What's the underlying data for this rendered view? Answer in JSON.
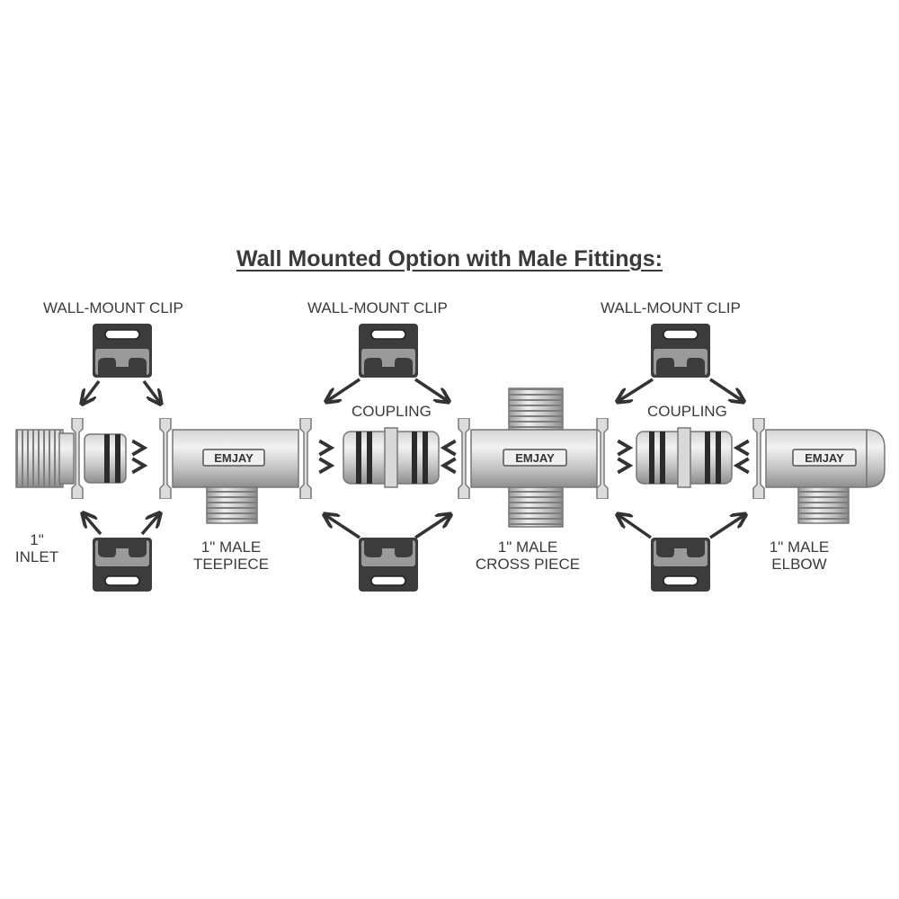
{
  "title": "Wall Mounted Option with Male Fittings:",
  "labels": {
    "clip_1": "WALL-MOUNT CLIP",
    "clip_2": "WALL-MOUNT CLIP",
    "clip_3": "WALL-MOUNT CLIP",
    "coupling_1": "COUPLING",
    "coupling_2": "COUPLING",
    "inlet_line1": "1\"",
    "inlet_line2": "INLET",
    "tee_line1": "1\" MALE",
    "tee_line2": "TEEPIECE",
    "cross_line1": "1\" MALE",
    "cross_line2": "CROSS PIECE",
    "elbow_line1": "1\" MALE",
    "elbow_line2": "ELBOW"
  },
  "brand_mark": "EMJAY",
  "colors": {
    "text": "#3a3a3a",
    "metal_light": "#e4e4e4",
    "metal_mid": "#b8b8b8",
    "metal_dark": "#8a8a8a",
    "clip": "#3c3c3c",
    "oring": "#2b2b2b",
    "arrow": "#333333"
  }
}
